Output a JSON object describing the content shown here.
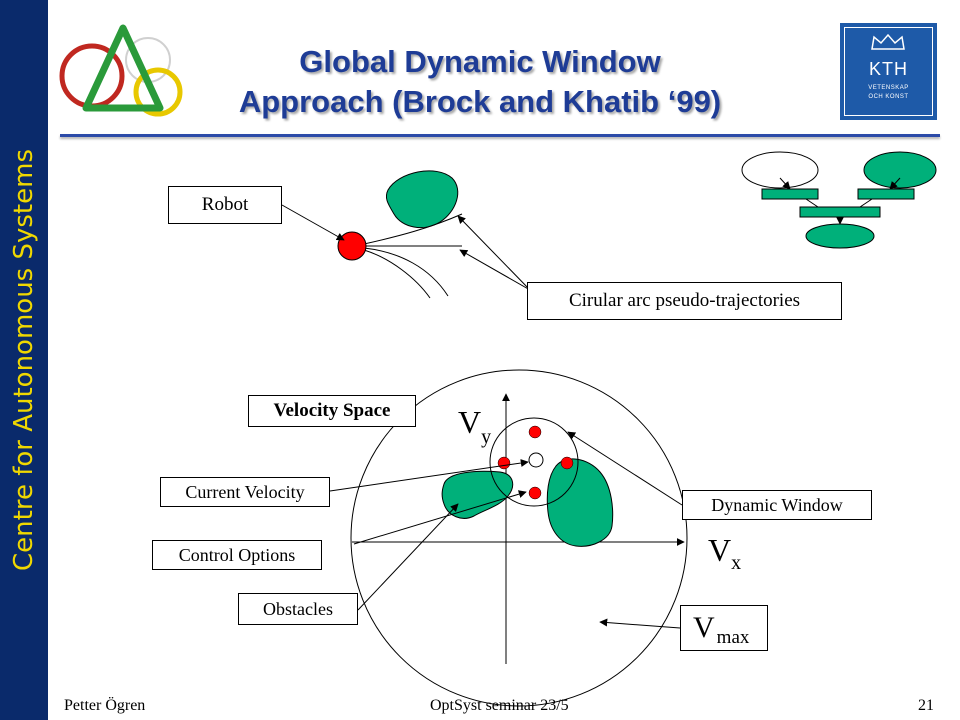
{
  "sidebar": {
    "text": "Centre for Autonomous Systems"
  },
  "header": {
    "title_line1": "Global Dynamic Window",
    "title_line2": "Approach (Brock and Khatib ‘99)"
  },
  "kth_logo": {
    "name": "KTH",
    "line1": "VETENSKAP",
    "line2": "OCH KONST"
  },
  "labels": {
    "robot": "Robot",
    "arcs": "Cirular arc pseudo-trajectories",
    "velocity_space": "Velocity Space",
    "current_velocity": "Current Velocity",
    "control_options": "Control Options",
    "obstacles": "Obstacles",
    "dynamic_window": "Dynamic Window"
  },
  "symbols": {
    "vy_main": "V",
    "vy_sub": "y",
    "vx_main": "V",
    "vx_sub": "x",
    "vmax_main": "V",
    "vmax_sub": "max"
  },
  "footer": {
    "author": "Petter Ögren",
    "seminar": "OptSyst seminar 23/5",
    "page": "21"
  },
  "colors": {
    "sidebar_bg": "#0a2a6b",
    "sidebar_text": "#f0d800",
    "title": "#1e3c96",
    "obstacle": "#00b07a",
    "robot": "#ff0000",
    "kth_blue": "#1e5aa8"
  }
}
